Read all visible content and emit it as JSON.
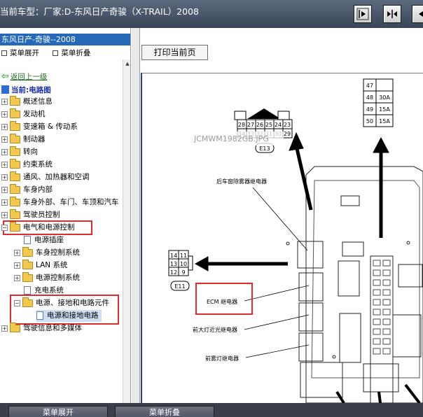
{
  "window": {
    "title": "当前车型：厂家:D-东风日产奇骏（X-TRAIL）2008"
  },
  "toolbar": {
    "buttons": [
      "expand-right-icon",
      "split-view-icon",
      "collapse-left-icon"
    ]
  },
  "tree": {
    "header": "东风日产-奇骏--2008",
    "expand_all": "菜单展开",
    "collapse_all": "菜单折叠",
    "back": "返回上一级",
    "current": "当前:电路图",
    "items": [
      {
        "label": "概述信息"
      },
      {
        "label": "发动机"
      },
      {
        "label": "变速箱 & 传动系"
      },
      {
        "label": "制动器"
      },
      {
        "label": "转向"
      },
      {
        "label": "约束系统"
      },
      {
        "label": "通风、加热器和空调"
      },
      {
        "label": "车身内部"
      },
      {
        "label": "车身外部、车门、车顶和汽车"
      },
      {
        "label": "驾驶员控制"
      },
      {
        "label": "电气和电源控制"
      },
      {
        "label": "电源插座"
      },
      {
        "label": "车身控制系统"
      },
      {
        "label": "LAN 系统"
      },
      {
        "label": "电源控制系统"
      },
      {
        "label": "充电系统"
      },
      {
        "label": "电源、接地和电路元件"
      },
      {
        "label": "电源和接地电路"
      },
      {
        "label": "驾驶信息和多媒体"
      }
    ]
  },
  "diagram": {
    "print_button": "打印当前页",
    "watermark": "JCMWM1982GB.JPG",
    "connector_top": {
      "pins_top": [
        "28",
        "27",
        "26",
        "25",
        "24",
        "23"
      ],
      "pins_bottom": [
        "34",
        "33",
        "32",
        "31",
        "30",
        "29"
      ],
      "label": "E13"
    },
    "connector_left": {
      "rows": [
        [
          "14",
          "11"
        ],
        [
          "13",
          "10"
        ],
        [
          "12",
          "9"
        ]
      ],
      "label": "E11"
    },
    "fuse_table": {
      "rows": [
        [
          "47",
          ""
        ],
        [
          "48",
          "30A"
        ],
        [
          "49",
          "15A"
        ],
        [
          "50",
          "15A"
        ]
      ]
    },
    "labels": {
      "rear_defogger": "后车窗除雾器继电器",
      "ecm": "ECM 继电器",
      "headlamp_low": "前大灯近光继电器",
      "fog_lamp": "前雾灯继电器"
    }
  },
  "bottom": {
    "expand": "菜单展开",
    "collapse": "菜单折叠"
  },
  "colors": {
    "titlebar": "#4a5568",
    "tree_header": "#2668b8",
    "highlight": "#e02c2c",
    "link_green": "#1c6a1c"
  }
}
